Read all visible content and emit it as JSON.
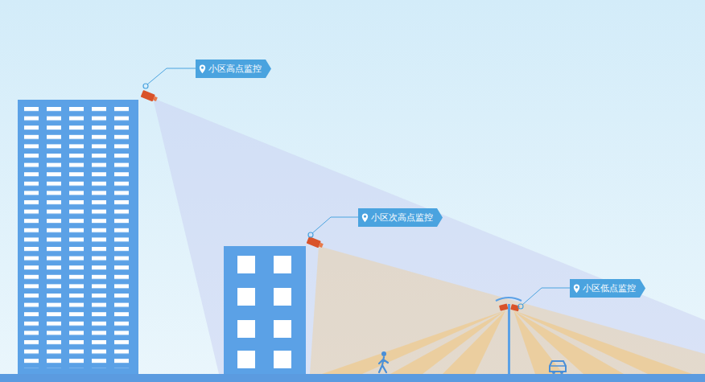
{
  "diagram": {
    "nodes": [
      {
        "text": [
          "小区高点监控"
        ]
      },
      {
        "text": [
          "小区次高点监控"
        ]
      },
      {
        "text": [
          "小区低点监控"
        ]
      }
    ]
  }
}
